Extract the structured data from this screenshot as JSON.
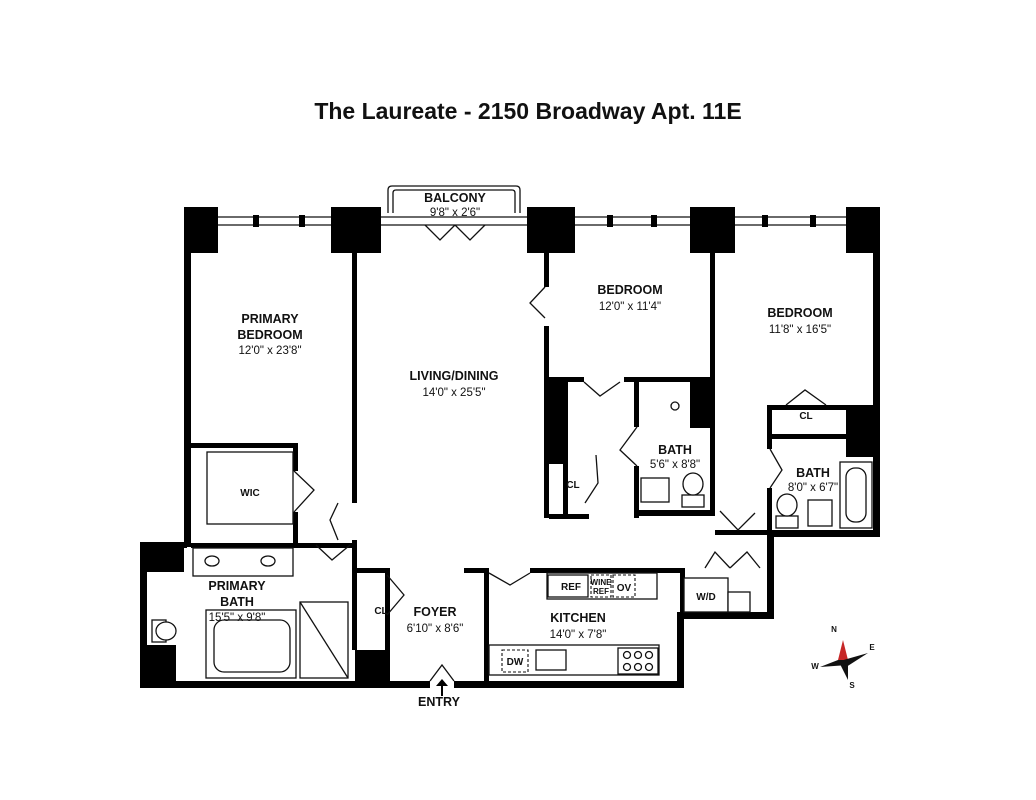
{
  "title": "The Laureate - 2150 Broadway Apt. 11E",
  "rooms": {
    "balcony": {
      "name": "BALCONY",
      "dims": "9'8\" x 2'6\""
    },
    "primary_bedroom": {
      "name_line1": "PRIMARY",
      "name_line2": "BEDROOM",
      "dims": "12'0\" x 23'8\""
    },
    "living_dining": {
      "name": "LIVING/DINING",
      "dims": "14'0\" x 25'5\""
    },
    "bedroom_2": {
      "name": "BEDROOM",
      "dims": "12'0\" x 11'4\""
    },
    "bedroom_3": {
      "name": "BEDROOM",
      "dims": "11'8\" x 16'5\""
    },
    "bath_2": {
      "name": "BATH",
      "dims": "5'6\" x 8'8\""
    },
    "bath_3": {
      "name": "BATH",
      "dims": "8'0\" x 6'7\""
    },
    "primary_bath": {
      "name_line1": "PRIMARY",
      "name_line2": "BATH",
      "dims": "15'5\" x 9'8\""
    },
    "foyer": {
      "name": "FOYER",
      "dims": "6'10\" x 8'6\""
    },
    "kitchen": {
      "name": "KITCHEN",
      "dims": "14'0\" x 7'8\""
    }
  },
  "labels": {
    "wic": "WIC",
    "cl_bedroom3": "CL",
    "cl_hall": "CL",
    "cl_foyer": "CL",
    "ref": "REF",
    "wine_ref_line1": "WINE",
    "wine_ref_line2": "REF",
    "ov": "OV",
    "dw": "DW",
    "wd": "W/D",
    "entry": "ENTRY"
  },
  "compass": {
    "n": "N",
    "e": "E",
    "s": "S",
    "w": "W"
  }
}
